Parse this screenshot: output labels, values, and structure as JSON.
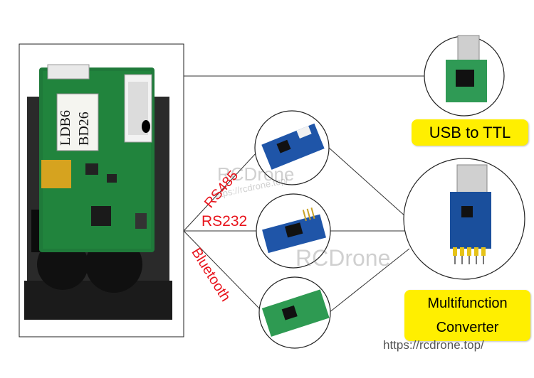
{
  "labels": {
    "usb_to_ttl": "USB to TTL",
    "multifunction_line1": "Multifunction",
    "multifunction_line2": "Converter",
    "rs485": "RS485",
    "rs232": "RS232",
    "bluetooth": "Bluetooth"
  },
  "module_sticker": {
    "line1": "LDB6",
    "line2": "BD26"
  },
  "watermark": {
    "brand": "RCDrone",
    "url_small": "https://rcdrone.top/",
    "url_footer": "https://rcdrone.top/"
  },
  "colors": {
    "label_yellow": "#ffef00",
    "interface_red": "#e8141c",
    "pcb_green": "#1f7a3a",
    "pcb_blue": "#1a4f9c"
  }
}
